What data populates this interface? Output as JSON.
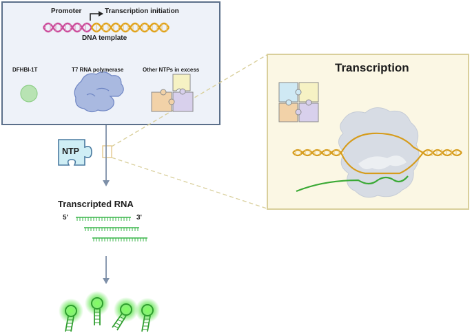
{
  "top_panel": {
    "promoter": "Promoter",
    "transcription_initiation": "Transcription initiation",
    "dna_template": "DNA template",
    "dfhbi": "DFHBI-1T",
    "polymerase": "T7 RNA polymerase",
    "other_ntps": "Other NTPs in excess"
  },
  "ntp_label": "NTP",
  "transcripted_rna": {
    "title": "Transcripted RNA",
    "five_prime": "5'",
    "three_prime": "3'"
  },
  "zoom_panel": {
    "title": "Transcription"
  },
  "colors": {
    "panel_border": "#5b6f8a",
    "panel_fill": "#eef2f9",
    "zoom_border": "#d9cf9b",
    "zoom_fill": "#fbf7e4",
    "dna_pink": "#cc4b9b",
    "dna_orange": "#e0a21a",
    "rna_green": "#39b54a",
    "arrow": "#7d8fa8"
  },
  "icons": [
    "right-angle-arrow-icon",
    "dna-helix-icon",
    "dfhbi-circle-icon",
    "polymerase-icon",
    "puzzle-icon",
    "fluorescent-rna-icon"
  ]
}
